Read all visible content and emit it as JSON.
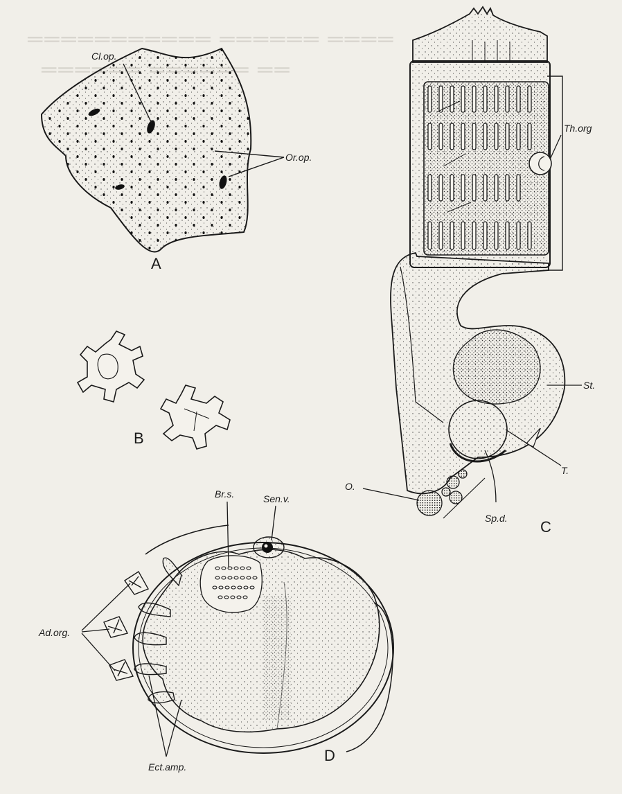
{
  "labels": {
    "cl_op": "Cl.op.",
    "or_op": "Or.op.",
    "th_org": "Th.org",
    "st": "St.",
    "t": "T.",
    "o": "O.",
    "sp_d": "Sp.d.",
    "br_s": "Br.s.",
    "sen_v": "Sen.v.",
    "ad_org": "Ad.org.",
    "ect_amp": "Ect.amp."
  },
  "figure_letters": {
    "a": "A",
    "b": "B",
    "c": "C",
    "d": "D"
  },
  "colors": {
    "ink": "#1a1a1a",
    "paper": "#f1efe9",
    "bleed": "#d6d3cc"
  }
}
